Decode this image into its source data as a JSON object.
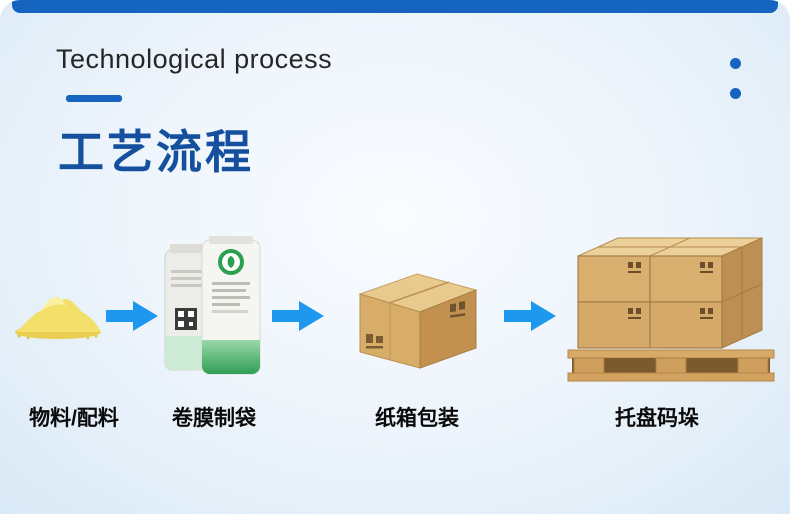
{
  "header": {
    "title_en": "Technological process",
    "title_zh": "工艺流程"
  },
  "colors": {
    "accent": "#1565c0",
    "title-blue": "#14509e",
    "arrow": "#1e97ee"
  },
  "steps": [
    {
      "label": "物料/配料",
      "icon": "powder-pile-icon"
    },
    {
      "label": "卷膜制袋",
      "icon": "film-bags-icon"
    },
    {
      "label": "纸箱包装",
      "icon": "carton-box-icon"
    },
    {
      "label": "托盘码垛",
      "icon": "pallet-stack-icon"
    }
  ]
}
